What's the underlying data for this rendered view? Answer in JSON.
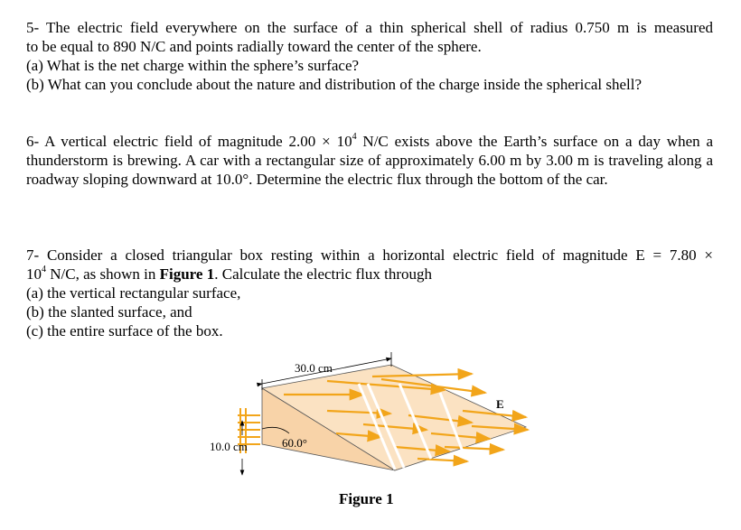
{
  "problem5": {
    "line1": "5- The electric field everywhere on the surface of a thin spherical shell of radius 0.750 m is measured",
    "line2": "to be equal to 890 N/C and points radially toward the center of the sphere.",
    "line3": "(a) What is the net charge within the sphere’s surface?",
    "line4": "(b) What can you conclude about the nature and distribution of the charge inside the spherical shell?"
  },
  "problem6": {
    "text_before_exp": "6- A vertical electric field of magnitude 2.00 × 10",
    "exp": "4",
    "text_after_exp": " N/C exists above the Earth’s surface on a day when a thunderstorm is brewing. A car with a rectangular size of approximately 6.00 m by 3.00 m is traveling along a roadway sloping downward at 10.0°. Determine the electric flux through the bottom of the car."
  },
  "problem7": {
    "line1": "7- Consider a closed triangular box resting within a horizontal electric field of magnitude E = 7.80 ×",
    "line2_base": "10",
    "line2_exp": "4",
    "line2_mid": " N/C, as shown in ",
    "line2_bold": "Figure 1",
    "line2_end": ". Calculate the electric flux through",
    "line3": "(a) the vertical rectangular surface,",
    "line4": "(b) the slanted surface, and",
    "line5": "(c) the entire surface of the box."
  },
  "figure": {
    "label_width": "30.0 cm",
    "label_height": "10.0 cm",
    "label_angle": "60.0°",
    "label_field": "E",
    "caption": "Figure 1",
    "colors": {
      "box_fill": "#f8d3a8",
      "box_top": "#fbe2c2",
      "arrow": "#f2a51a",
      "edge": "#555555"
    }
  }
}
